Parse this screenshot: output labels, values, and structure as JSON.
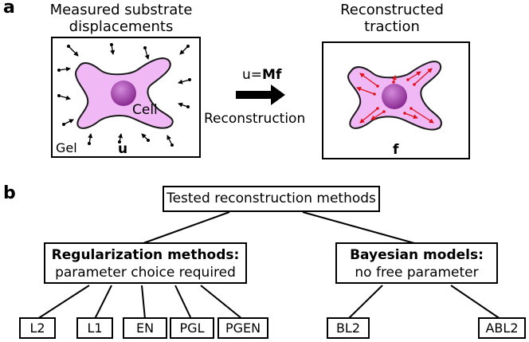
{
  "panel_a": {
    "label": "a",
    "left_title_line1": "Measured substrate",
    "left_title_line2": "displacements",
    "right_title_line1": "Reconstructed",
    "right_title_line2": "traction",
    "cell_label": "Cell",
    "gel_label": "Gel",
    "u_symbol": "u",
    "f_symbol": "f",
    "equation_u": "u=",
    "equation_mf": "Mf",
    "arrow_label": "Reconstruction",
    "colors": {
      "cell_fill": "#f0b8f4",
      "cell_stroke": "#1a1a1a",
      "nucleus": "#9a2fa3",
      "traction_arrow": "#e0101a"
    }
  },
  "panel_b": {
    "label": "b",
    "root": "Tested reconstruction methods",
    "regularization_title": "Regularization methods:",
    "regularization_sub": "parameter choice required",
    "bayesian_title": "Bayesian models:",
    "bayesian_sub": "no free parameter",
    "regularization_leaves": [
      "L2",
      "L1",
      "EN",
      "PGL",
      "PGEN"
    ],
    "bayesian_leaves": [
      "BL2",
      "ABL2"
    ]
  }
}
